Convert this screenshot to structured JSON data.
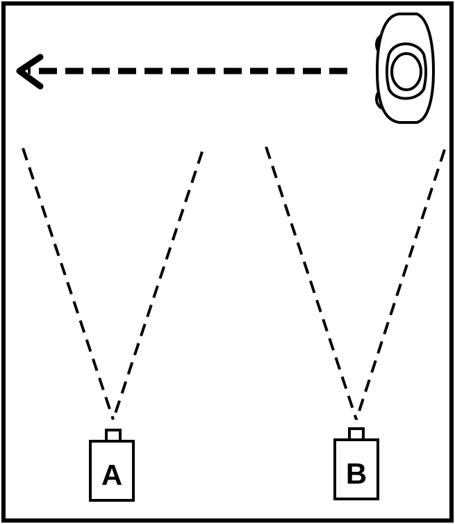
{
  "diagram": {
    "colors": {
      "ink": "#000000",
      "background": "#ffffff"
    },
    "motion_arrow": {
      "icon": "left-arrow-icon",
      "style": "dashed",
      "direction": "left"
    },
    "car": {
      "icon": "car-top-view-icon"
    },
    "cameras": [
      {
        "label": "A",
        "icon": "camera-icon",
        "view": "dashed-v"
      },
      {
        "label": "B",
        "icon": "camera-icon",
        "view": "dashed-v"
      }
    ]
  }
}
